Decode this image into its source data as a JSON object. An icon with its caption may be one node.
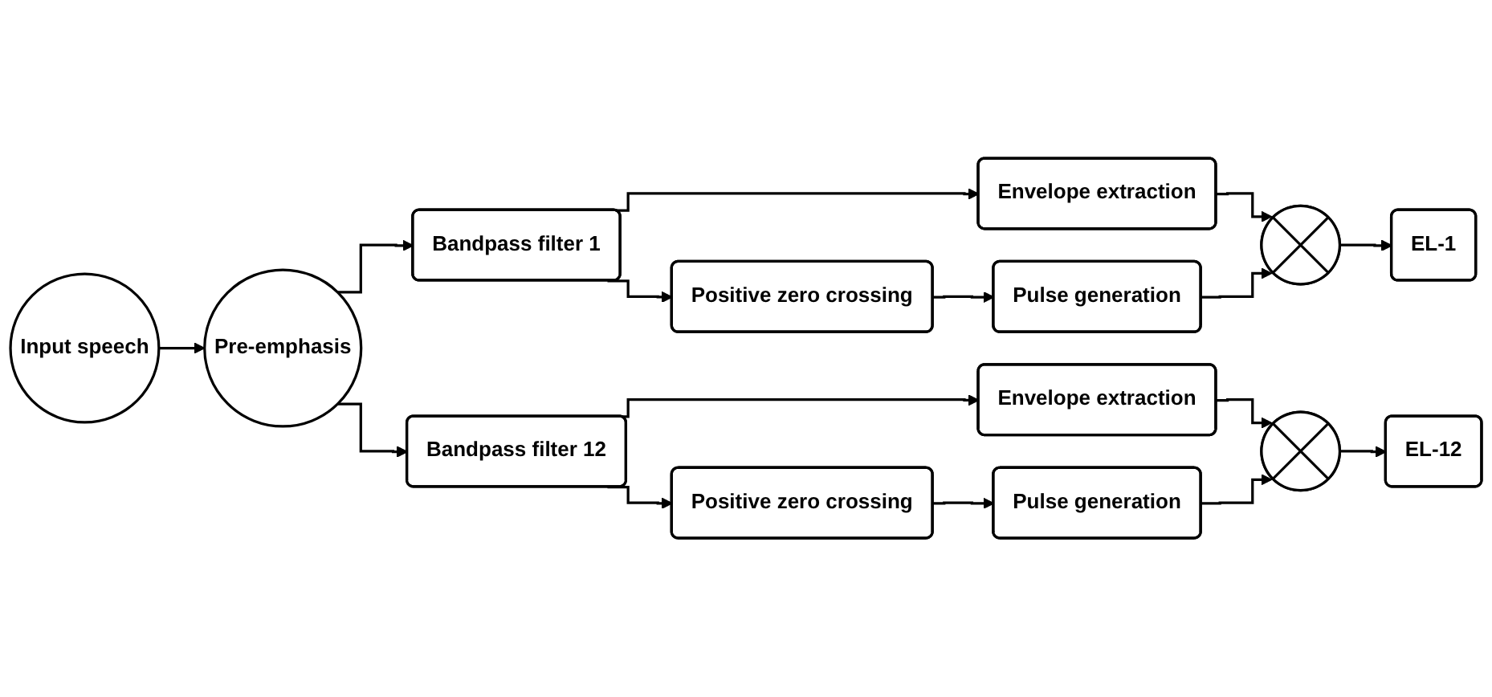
{
  "diagram": {
    "nodes": [
      {
        "text": [
          "Input speech"
        ]
      },
      {
        "text": [
          "Pre-emphasis"
        ]
      },
      {
        "text": [
          "Bandpass filter 1"
        ]
      },
      {
        "text": [
          "Envelope extraction"
        ]
      },
      {
        "text": [
          "Positive zero crossing"
        ]
      },
      {
        "text": [
          "Pulse generation"
        ]
      },
      {
        "text": [],
        "shape": "circle"
      },
      {
        "text": [
          "EL-1"
        ]
      },
      {
        "text": [
          "Bandpass filter 12"
        ]
      },
      {
        "text": [
          "Envelope extraction"
        ]
      },
      {
        "text": [
          "Positive zero crossing"
        ]
      },
      {
        "text": [
          "Pulse generation"
        ]
      },
      {
        "text": [],
        "shape": "circle"
      },
      {
        "text": [
          "EL-12"
        ]
      }
    ],
    "edges": [
      {
        "from": 0,
        "to": 1,
        "arrow": "to"
      },
      {
        "from": 1,
        "to": 2,
        "arrow": "to"
      },
      {
        "from": 1,
        "to": 8,
        "arrow": "to"
      },
      {
        "from": 2,
        "to": 3,
        "arrow": "to"
      },
      {
        "from": 2,
        "to": 4,
        "arrow": "to"
      },
      {
        "from": 3,
        "to": 6,
        "arrow": "to"
      },
      {
        "from": 4,
        "to": 5,
        "arrow": "to"
      },
      {
        "from": 5,
        "to": 6,
        "arrow": "to"
      },
      {
        "from": 6,
        "to": 7,
        "arrow": "to"
      },
      {
        "from": 8,
        "to": 9,
        "arrow": "to"
      },
      {
        "from": 8,
        "to": 10,
        "arrow": "to"
      },
      {
        "from": 9,
        "to": 12,
        "arrow": "to"
      },
      {
        "from": 10,
        "to": 11,
        "arrow": "to"
      },
      {
        "from": 11,
        "to": 12,
        "arrow": "to"
      },
      {
        "from": 12,
        "to": 13,
        "arrow": "to"
      }
    ]
  }
}
